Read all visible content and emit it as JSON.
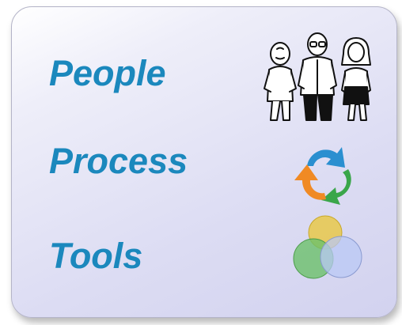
{
  "items": [
    {
      "label": "People",
      "icon": "people-figures-icon"
    },
    {
      "label": "Process",
      "icon": "cycle-arrows-icon"
    },
    {
      "label": "Tools",
      "icon": "venn-circles-icon"
    }
  ],
  "colors": {
    "label": "#1b88bd",
    "card_top": "#ffffff",
    "card_bottom": "#d2d2ef",
    "arrow_blue": "#2a8fd0",
    "arrow_green": "#3aa64a",
    "arrow_orange": "#f08a24",
    "circle_yellow": "#e8c84a",
    "circle_green": "#6cc06a",
    "circle_blue": "#b9c8f4"
  }
}
